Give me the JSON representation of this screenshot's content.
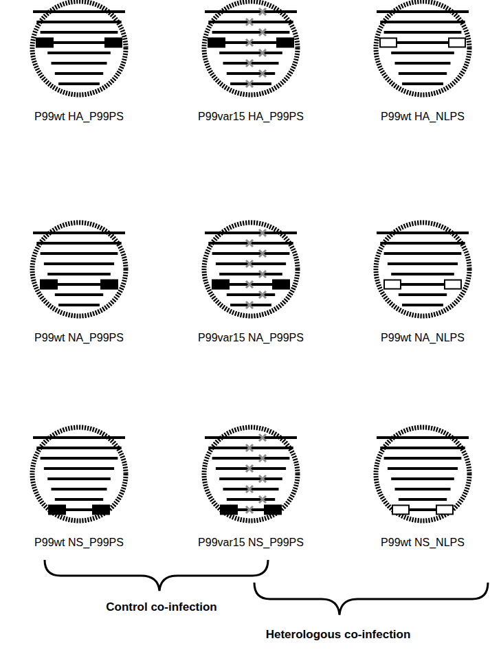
{
  "diagram": {
    "nodes": [
      {
        "text": [
          "P99wt HA_P99PS"
        ]
      },
      {
        "text": [
          "P99var15 HA_P99PS"
        ]
      },
      {
        "text": [
          "P99wt HA_NLPS"
        ]
      },
      {
        "text": [
          "P99wt NA_P99PS"
        ]
      },
      {
        "text": [
          "P99var15 NA_P99PS"
        ]
      },
      {
        "text": [
          "P99wt NA_NLPS"
        ]
      },
      {
        "text": [
          "P99wt NS_P99PS"
        ]
      },
      {
        "text": [
          "P99var15 NS_P99PS"
        ]
      },
      {
        "text": [
          "P99wt NS_NLPS"
        ]
      }
    ],
    "labels": [
      "Control co-infection",
      "Heterologous co-infection"
    ]
  }
}
